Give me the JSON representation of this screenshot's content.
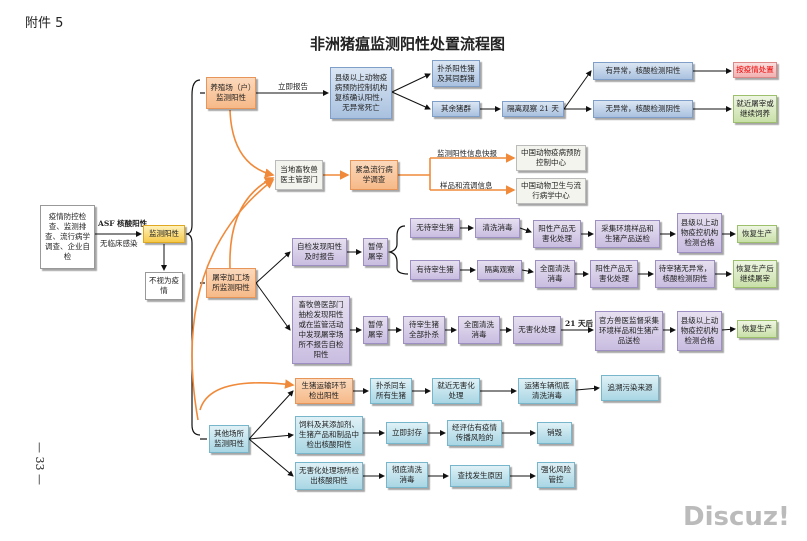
{
  "header": {
    "attachment": "附件 5",
    "title": "非洲猪瘟监测阳性处置流程图"
  },
  "page_number": "— 33 —",
  "watermark": "Discuz!",
  "colors": {
    "orange": "#f6b988",
    "blue": "#a9c1df",
    "purple": "#c9bde0",
    "teal": "#a9d6e4",
    "green": "#c9e0a8",
    "red_text": "#e00000"
  },
  "start": {
    "source": "疫情防控检查、监测排查、流行病学调查、企业自检",
    "label_top": "ASF 核酸阳性",
    "label_bottom": "无临床感染",
    "positive": "监测阳性",
    "not_epidemic": "不视为疫情"
  },
  "farm": {
    "node": "养殖场（户）监测阳性",
    "report_label": "立即报告",
    "county": "县级以上动物疫病预防控制机构复核确认阳性，无异常死亡",
    "cull": "扑杀阳性猪及其同群猪",
    "rest": "其余猪群",
    "isolate": "隔离观察 21 天",
    "abnormal": "有异常，核酸检测阳性",
    "normal": "无异常，核酸检测阴性",
    "handle": "按疫情处置",
    "slaughter": "就近屠宰或继续饲养"
  },
  "auth": {
    "dept": "当地畜牧兽医主管部门",
    "survey": "紧急流行病学调查",
    "label1": "监测阳性信息快报",
    "label2": "样品和流调信息",
    "center1": "中国动物疫病预防控制中心",
    "center2": "中国动物卫生与流行病学中心"
  },
  "abattoir": {
    "node": "屠宰加工场所监测阳性",
    "self": "自检发现阳性及时报告",
    "pause": "暂停屠宰",
    "none": "无待宰生猪",
    "clean": "清洗消毒",
    "harmless": "阳性产品无害化处理",
    "sample": "采集环境样品和生猪产品送检",
    "pass": "县级以上动物疫控机构检测合格",
    "resume": "恢复生产",
    "has": "有待宰生猪",
    "observe": "隔离观察",
    "fullclean": "全面清洗消毒",
    "harmless2": "阳性产品无害化处理",
    "negative": "待宰猪无异常，核酸检测阴性",
    "resume2": "恢复生产后继续屠宰",
    "found": "畜牧兽医部门抽检发现阳性或在监管活动中发现屠宰场所不报告自检阳性",
    "pause2": "暂停屠宰",
    "cullall": "待宰生猪全部扑杀",
    "fullclean2": "全面清洗消毒",
    "harmless3": "无害化处理",
    "days_label": "21 天后",
    "official": "官方兽医监督采集环境样品和生猪产品送检",
    "pass2": "县级以上动物疫控机构检测合格",
    "resume3": "恢复生产"
  },
  "transport": {
    "node": "生猪运输环节检出阳性",
    "cull": "扑杀同车所有生猪",
    "harmless": "就近无害化处理",
    "clean": "运猪车辆彻底清洗消毒",
    "trace": "追溯污染来源"
  },
  "other": {
    "node": "其他场所监测阳性",
    "feed": "饲料及其添加剂、生猪产品和制品中检出核酸阳性",
    "seal": "立即封存",
    "assess": "经评估有疫情传播风险的",
    "destroy": "销毁",
    "plant": "无害化处理场所检出核酸阳性",
    "clean": "彻底清洗消毒",
    "cause": "查找发生原因",
    "control": "强化风险管控"
  }
}
